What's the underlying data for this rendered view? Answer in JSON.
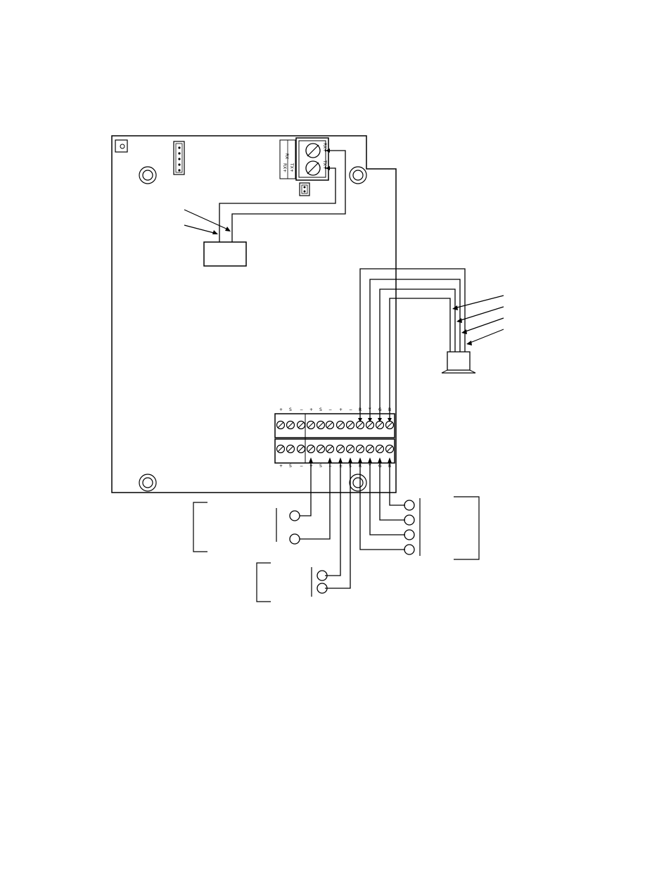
{
  "diagram": {
    "connector_labels": {
      "rx_top": "RX",
      "rx_side": "RX+",
      "tx_side": "TX+",
      "top_sig": "RX+",
      "bot_sig": "TX+"
    },
    "terminal_top_labels": [
      "+",
      "S",
      "−",
      "+",
      "S",
      "−",
      "+",
      "−",
      "R",
      "Y",
      "G",
      "B"
    ],
    "terminal_bottom_labels": [
      "+",
      "S",
      "−",
      "+",
      "S",
      "−",
      "±",
      "S",
      "R",
      "Y",
      "G",
      "B"
    ],
    "colors": {
      "line": "#000000",
      "background": "#ffffff"
    }
  }
}
